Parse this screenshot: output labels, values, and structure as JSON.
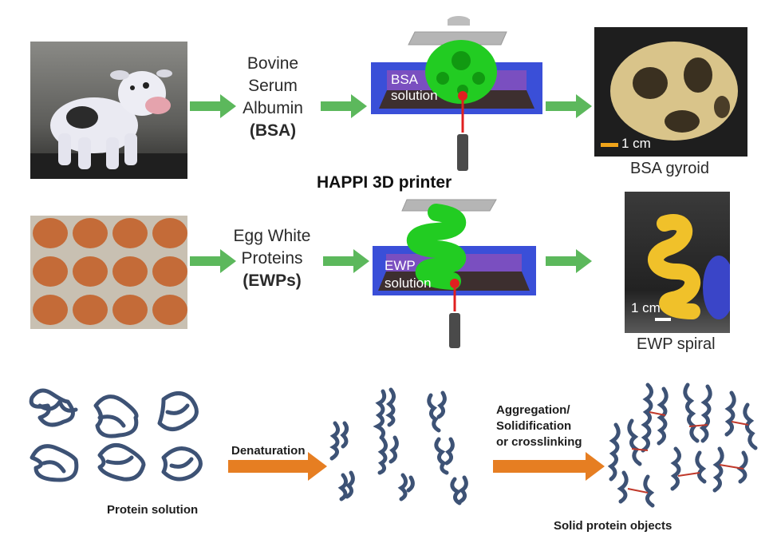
{
  "row1": {
    "source_label": [
      "Bovine",
      "Serum",
      "Albumin"
    ],
    "source_abbrev": "(BSA)",
    "solution_label": [
      "BSA",
      "solution"
    ],
    "product_caption": "BSA gyroid",
    "scale_label": "1 cm"
  },
  "printer_label": "HAPPI 3D printer",
  "row2": {
    "source_label": [
      "Egg White",
      "Proteins"
    ],
    "source_abbrev": "(EWPs)",
    "solution_label": [
      "EWP",
      "solution"
    ],
    "product_caption": "EWP spiral",
    "scale_label": "1 cm"
  },
  "process": {
    "stage1": "Protein solution",
    "arrow1": "Denaturation",
    "arrow2": [
      "Aggregation/",
      "Solidification",
      "or crosslinking"
    ],
    "stage3": "Solid protein objects"
  },
  "colors": {
    "arrow_green": "#5cb85c",
    "arrow_orange": "#e67e22",
    "vat_blue": "#3a4fd8",
    "print_green": "#22cc22",
    "laser_red": "#e02020",
    "protein_chain": "#3d5275",
    "crosslink": "#c0392b"
  }
}
